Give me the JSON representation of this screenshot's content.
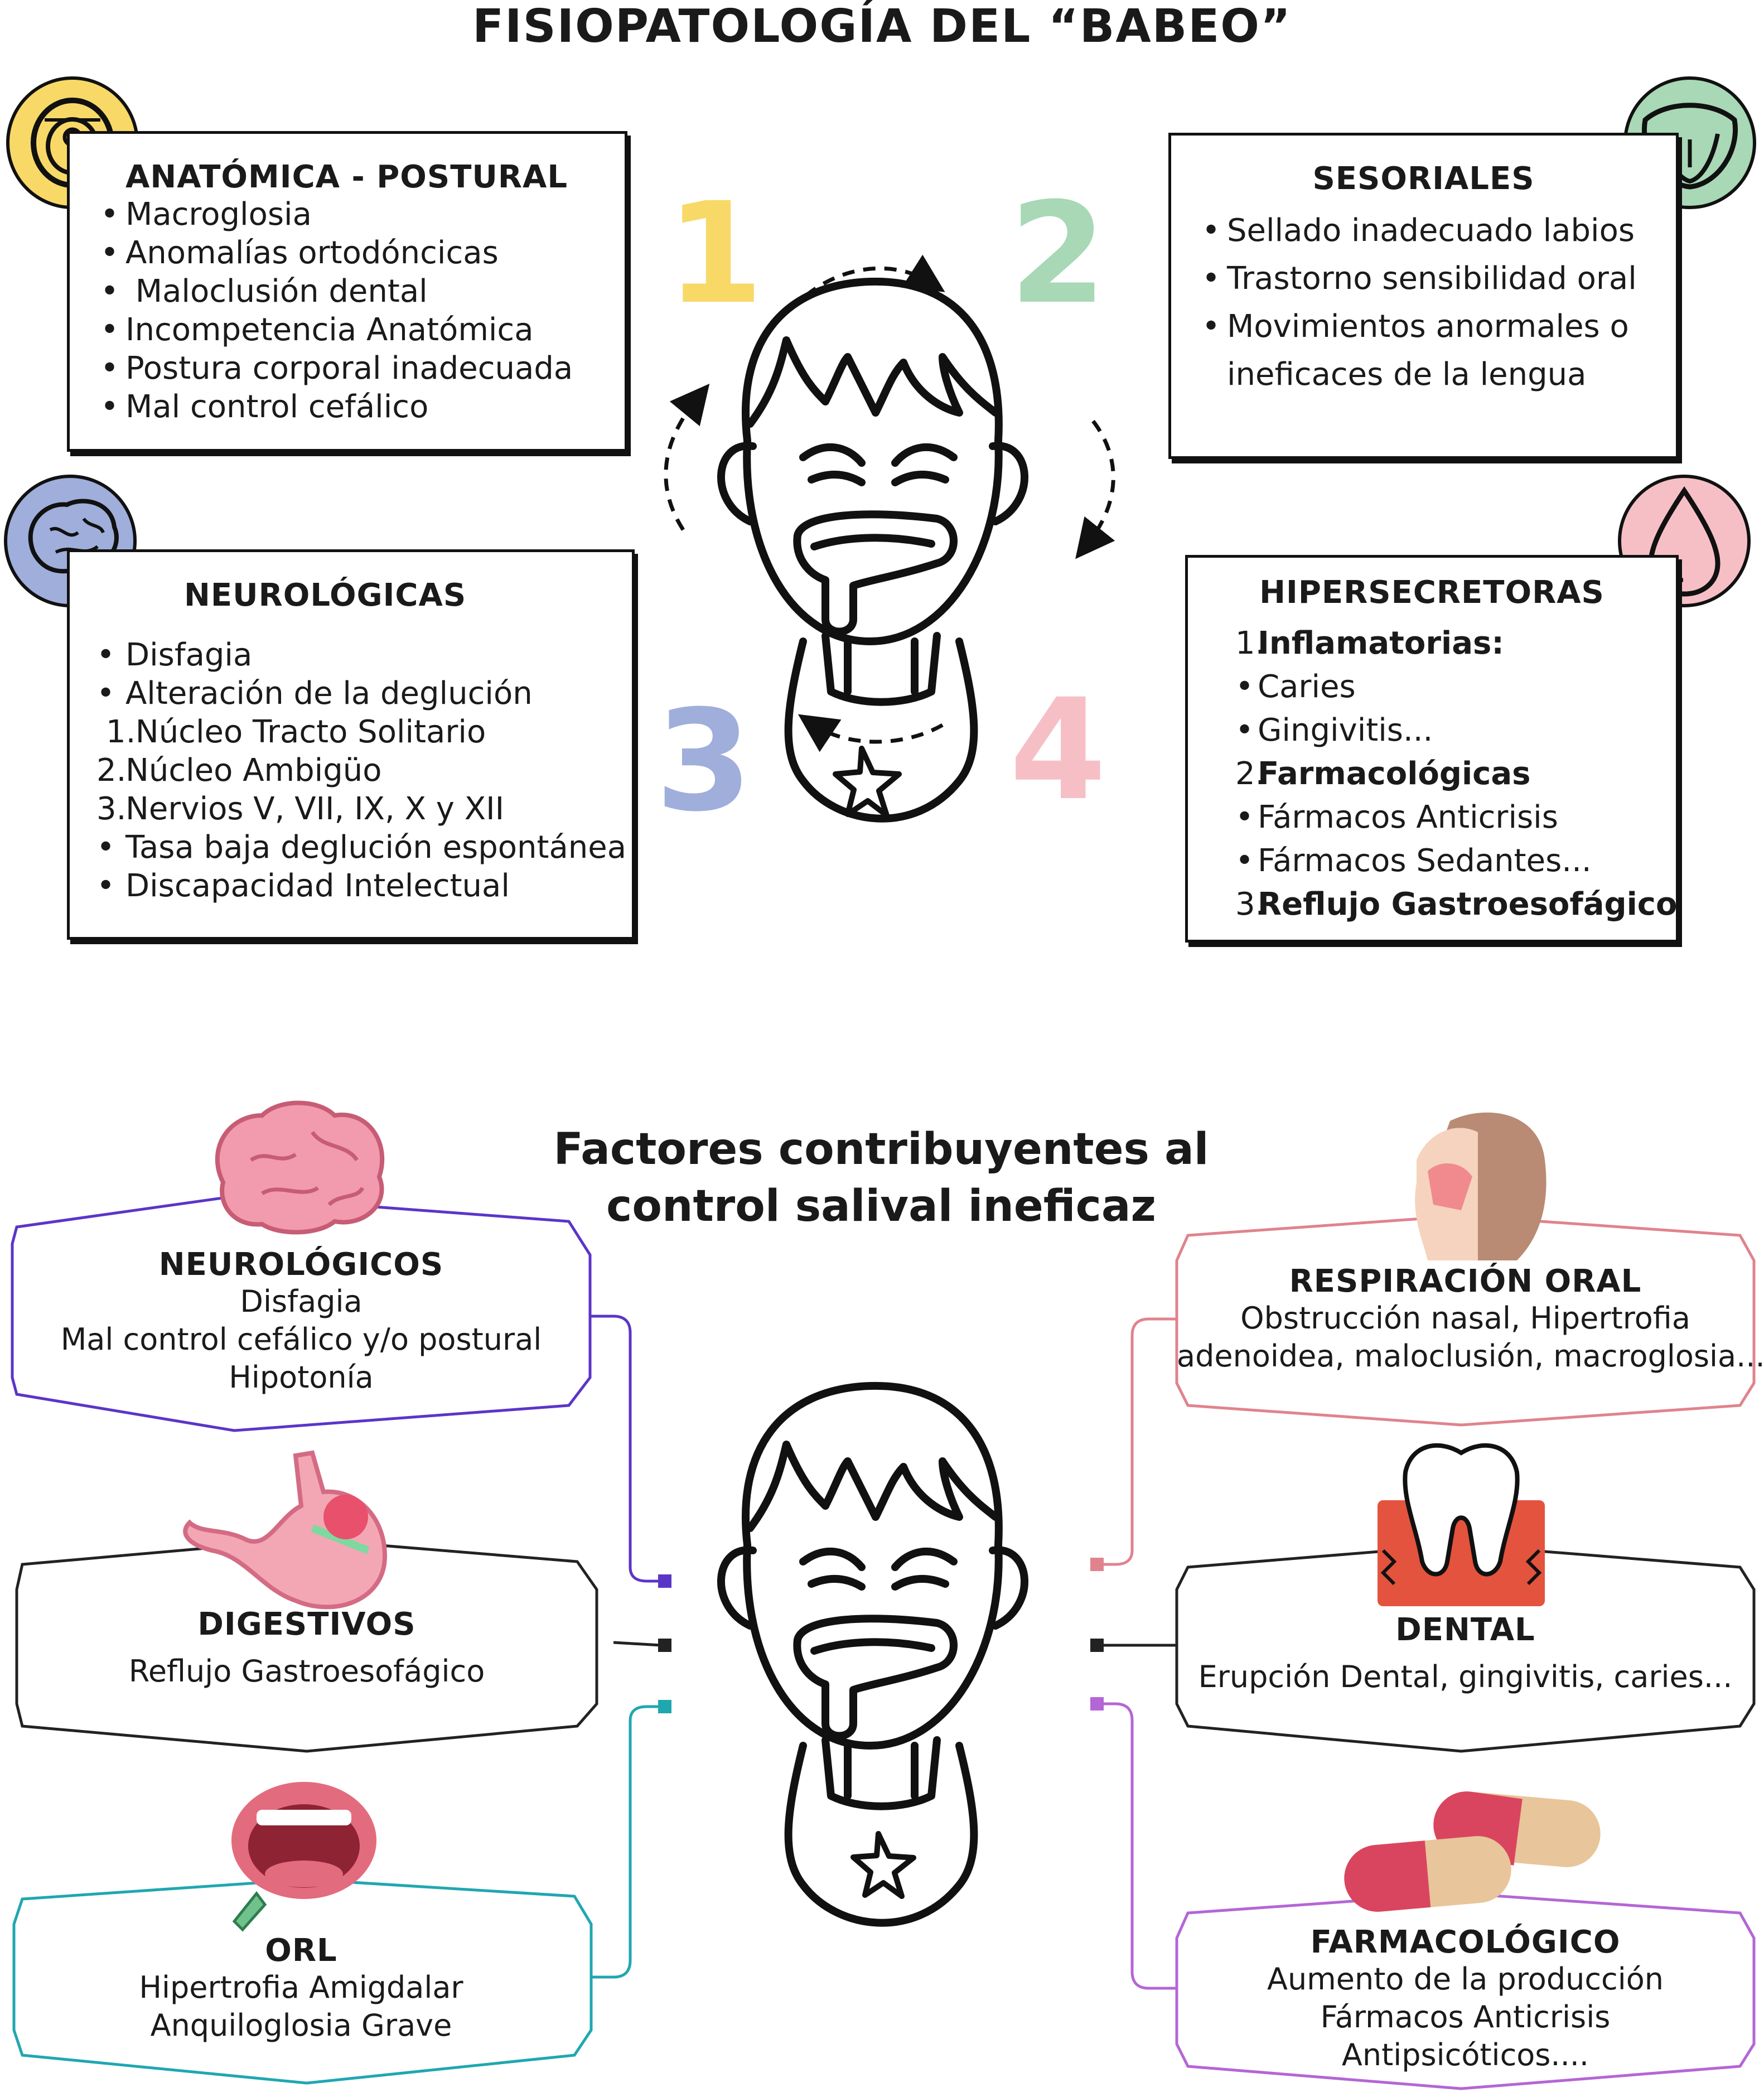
{
  "top": {
    "title": "FISIOPATOLOGÍA DEL “BABEO”",
    "numbers": [
      "1",
      "2",
      "3",
      "4"
    ],
    "colors": {
      "yellow": "#F8D967",
      "green": "#A8D8B5",
      "blue": "#9FAEDB",
      "pink": "#F6BFC6"
    },
    "boxes": {
      "anatomica": {
        "title": "ANATÓMICA - POSTURAL",
        "items": [
          "Macroglosia",
          "Anomalías ortodóncicas",
          " Maloclusión dental",
          "Incompetencia Anatómica",
          "Postura corporal inadecuada",
          "Mal control cefálico"
        ]
      },
      "sensoriales": {
        "title": "SESORIALES",
        "items": [
          "Sellado inadecuado labios",
          "Trastorno sensibilidad oral",
          "Movimientos anormales o",
          "ineficaces de la lengua"
        ]
      },
      "neurologicas": {
        "title": "NEUROLÓGICAS",
        "items": [
          {
            "mark": "•",
            "text": "Disfagia"
          },
          {
            "mark": "•",
            "text": "Alteración de la deglución"
          },
          {
            "mark": "1.",
            "text": " Núcleo Tracto Solitario"
          },
          {
            "mark": "2.",
            "text": "Núcleo Ambigüo"
          },
          {
            "mark": "3.",
            "text": "Nervios V, VII, IX, X y XII"
          },
          {
            "mark": "•",
            "text": "Tasa baja deglución espontánea"
          },
          {
            "mark": "•",
            "text": "Discapacidad Intelectual"
          }
        ]
      },
      "hipersecretoras": {
        "title": "HIPERSECRETORAS",
        "items": [
          {
            "mark": "1.",
            "text": "Inflamatorias:",
            "bold": true
          },
          {
            "mark": "•",
            "text": "Caries"
          },
          {
            "mark": "•",
            "text": "Gingivitis..."
          },
          {
            "mark": "2.",
            "text": "Farmacológicas",
            "bold": true
          },
          {
            "mark": "•",
            "text": "Fármacos Anticrisis"
          },
          {
            "mark": "•",
            "text": "Fármacos Sedantes..."
          },
          {
            "mark": "3.",
            "text": "Reflujo Gastroesofágico",
            "bold": true
          }
        ]
      }
    }
  },
  "bottom": {
    "title_line1": "Factores contribuyentes al",
    "title_line2": "control salival ineficaz",
    "factors": {
      "neurologicos": {
        "title": "NEUROLÓGICOS",
        "lines": [
          "Disfagia",
          "Mal control cefálico y/o postural",
          "Hipotonía"
        ],
        "color": "#5B35C8"
      },
      "digestivos": {
        "title": "DIGESTIVOS",
        "lines": [
          "Reflujo Gastroesofágico"
        ],
        "color": "#222222"
      },
      "orl": {
        "title": "ORL",
        "lines": [
          "Hipertrofia Amigdalar",
          "Anquiloglosia Grave"
        ],
        "color": "#1FA7B0"
      },
      "respiracion": {
        "title": "RESPIRACIÓN ORAL",
        "lines": [
          "Obstrucción nasal, Hipertrofia",
          "adenoidea, maloclusión, macroglosia..."
        ],
        "color": "#E0838D"
      },
      "dental": {
        "title": "DENTAL",
        "lines": [
          "Erupción Dental, gingivitis, caries..."
        ],
        "color": "#222222"
      },
      "farmacologico": {
        "title": "FARMACOLÓGICO",
        "lines": [
          "Aumento de la producción",
          "Fármacos Anticrisis",
          "Antipsicóticos...."
        ],
        "color": "#B466D6"
      }
    }
  }
}
